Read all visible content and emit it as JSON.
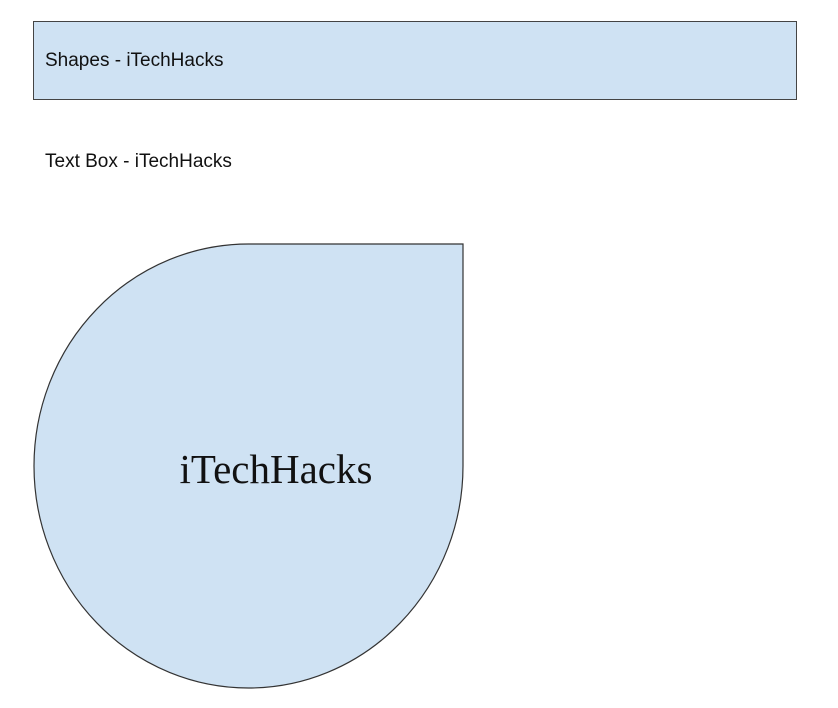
{
  "shapes_rect": {
    "label": "Shapes - iTechHacks",
    "fill": "#cfe2f3"
  },
  "text_box": {
    "label": "Text Box - iTechHacks"
  },
  "teardrop": {
    "label": "iTechHacks",
    "fill": "#cfe2f3"
  }
}
